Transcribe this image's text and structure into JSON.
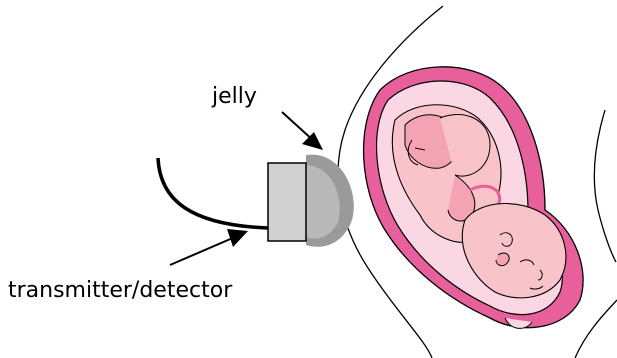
{
  "labels": {
    "jelly": "jelly",
    "transmitter": "transmitter/detector"
  },
  "colors": {
    "uterus_wall": "#e8609b",
    "fluid": "#fbd7e3",
    "fetus": "#f9c4c9",
    "fetus_shade": "#f3a3b3",
    "transducer": "#d0d0d0",
    "jelly": "#9a9a9a",
    "outline": "#000000"
  },
  "icons": {
    "transducer": "ultrasound-transducer-icon",
    "fetus": "fetus-in-womb-illustration"
  }
}
